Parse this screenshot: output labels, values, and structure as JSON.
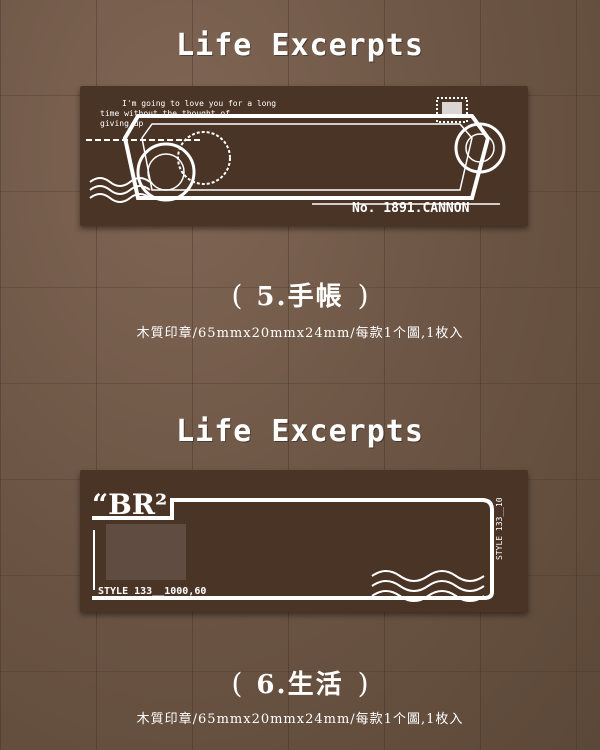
{
  "items": [
    {
      "title": "Life Excerpts",
      "stamp_text_lines": [
        "I'm going to love you for a long",
        "time without the thought of",
        "giving up"
      ],
      "stamp_label": "No. 1891.CANNON",
      "caption": "5.手帳",
      "spec": "木質印章/65mmx20mmx24mm/每款1个圖,1枚入"
    },
    {
      "title": "Life Excerpts",
      "stamp_logo": "“BR²",
      "stamp_label": "STYLE 133__1000,60",
      "stamp_side_label": "STYLE 133__10",
      "caption": "6.生活",
      "spec": "木質印章/65mmx20mmx24mm/每款1个圖,1枚入"
    }
  ],
  "colors": {
    "background": "#6d5646",
    "stamp_wood": "#4a3426",
    "ink": "#ffffff"
  }
}
